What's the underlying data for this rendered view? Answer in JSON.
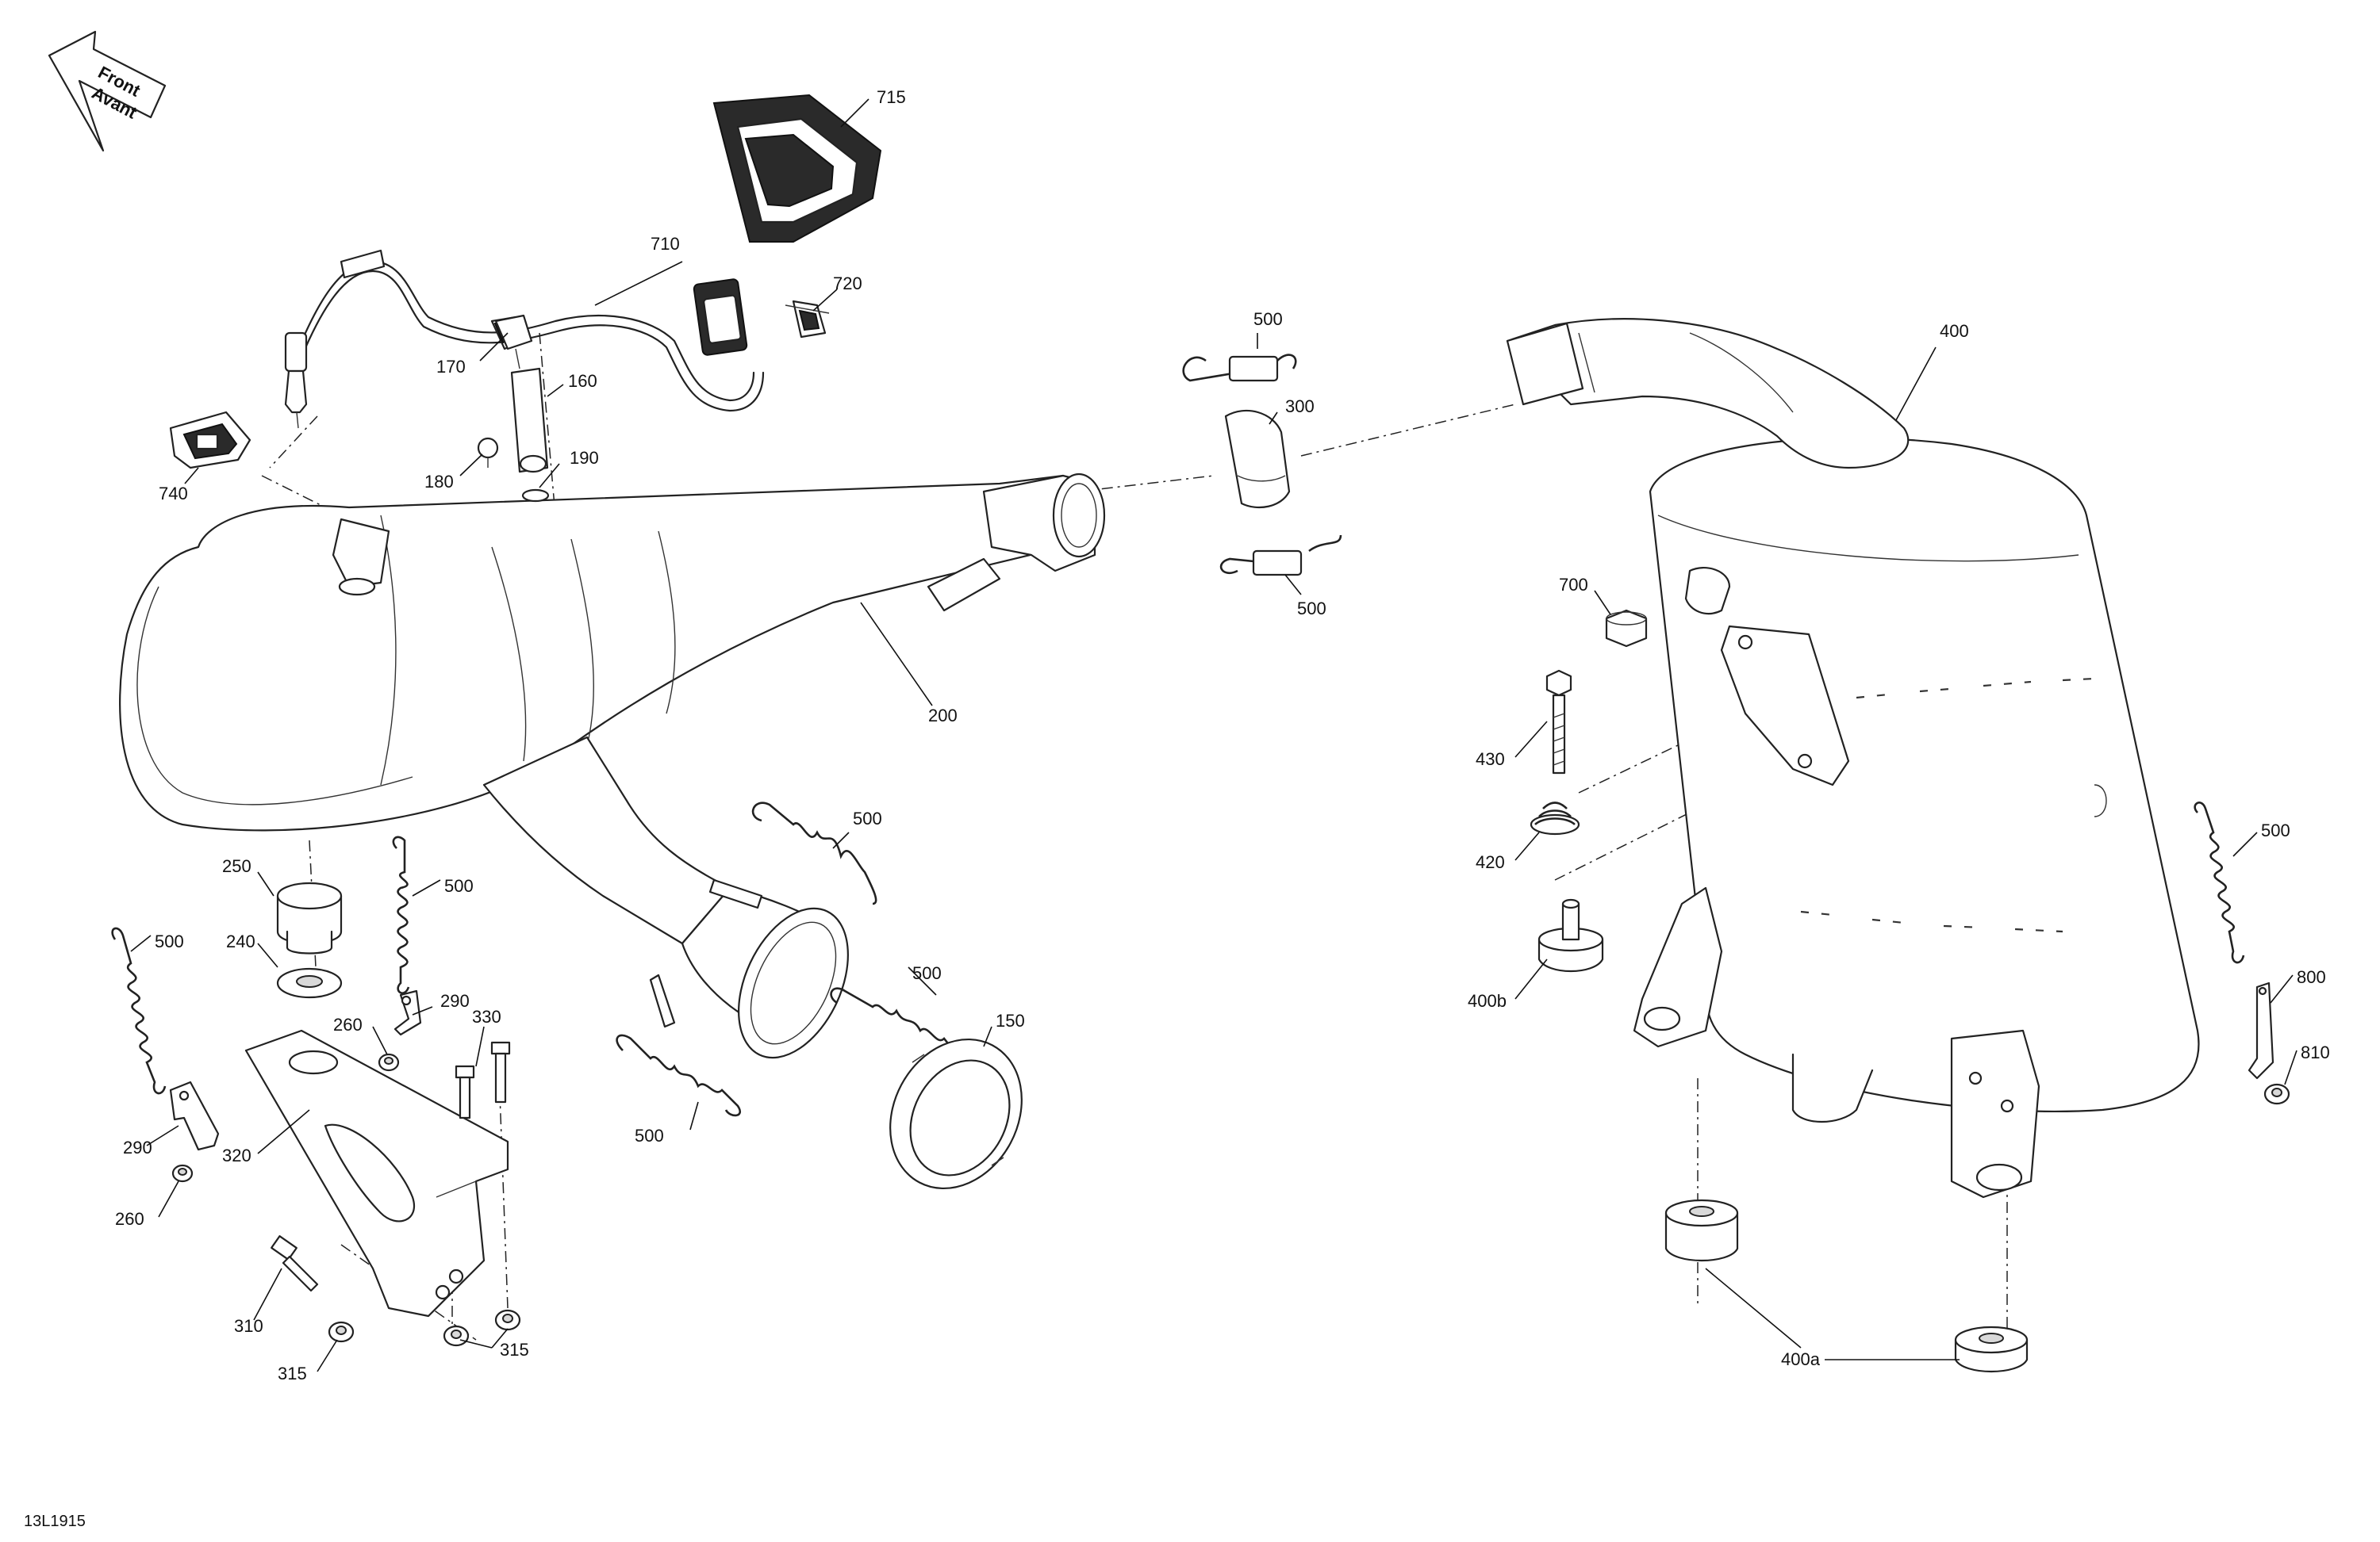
{
  "direction_arrow": {
    "line1": "Front",
    "line2": "Avant"
  },
  "document_id": "13L1915",
  "callouts": {
    "c150": "150",
    "c160": "160",
    "c170": "170",
    "c180": "180",
    "c190": "190",
    "c200": "200",
    "c240": "240",
    "c250": "250",
    "c260a": "260",
    "c260b": "260",
    "c290a": "290",
    "c290b": "290",
    "c300": "300",
    "c310": "310",
    "c315a": "315",
    "c315b": "315",
    "c320": "320",
    "c330": "330",
    "c400": "400",
    "c400a": "400a",
    "c400b": "400b",
    "c420": "420",
    "c430": "430",
    "c500a": "500",
    "c500b": "500",
    "c500c": "500",
    "c500d": "500",
    "c500e": "500",
    "c500f": "500",
    "c500g": "500",
    "c500h": "500",
    "c700": "700",
    "c710": "710",
    "c715": "715",
    "c720": "720",
    "c740": "740",
    "c800": "800",
    "c810": "810"
  }
}
